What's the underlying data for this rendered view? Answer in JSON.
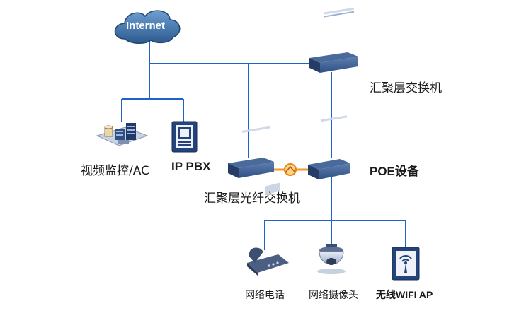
{
  "cloud": {
    "label": "Internet"
  },
  "nodes": {
    "core_switch": {
      "label": "汇聚层交换机",
      "icon": "network-switch-icon"
    },
    "video_ac": {
      "label": "视频监控/AC",
      "icon": "server-rack-icon"
    },
    "ip_pbx": {
      "label": "IP PBX",
      "icon": "pbx-device-icon"
    },
    "fiber_switch": {
      "label": "汇聚层光纤交换机",
      "icon": "network-switch-icon"
    },
    "poe": {
      "label": "POE设备",
      "icon": "poe-switch-icon"
    },
    "phone": {
      "label": "网络电话",
      "icon": "ip-phone-icon"
    },
    "camera": {
      "label": "网络摄像头",
      "icon": "dome-camera-icon"
    },
    "wifi_ap": {
      "label": "无线WIFI AP",
      "icon": "wifi-ap-icon"
    }
  },
  "colors": {
    "line": "#1e63c8",
    "cloud": "#3a6fa8",
    "device": "#2f4f86",
    "fiber_link": "#f0962a"
  }
}
